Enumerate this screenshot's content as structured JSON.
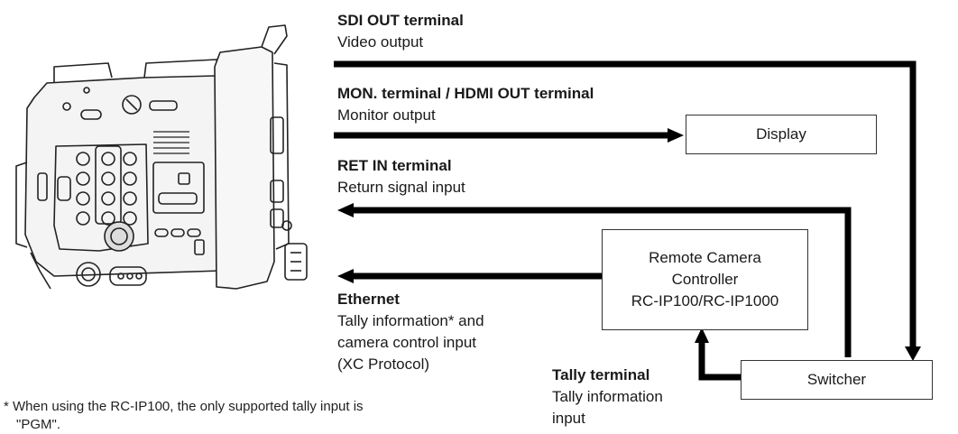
{
  "camera": {
    "icon": "camera-side-view-icon"
  },
  "labels": {
    "sdi": {
      "title": "SDI OUT terminal",
      "sub": "Video output"
    },
    "mon": {
      "title": "MON. terminal / HDMI OUT terminal",
      "sub": "Monitor output"
    },
    "ret": {
      "title": "RET IN terminal",
      "sub": "Return signal input"
    },
    "eth": {
      "title": "Ethernet",
      "sub1": "Tally information* and",
      "sub2": "camera control input",
      "sub3": "(XC Protocol)"
    },
    "tally": {
      "title": "Tally terminal",
      "sub1": "Tally information",
      "sub2": "input"
    }
  },
  "boxes": {
    "display": {
      "label": "Display"
    },
    "rcc": {
      "line1": "Remote Camera",
      "line2": "Controller",
      "line3": "RC-IP100/RC-IP1000"
    },
    "switcher": {
      "label": "Switcher"
    }
  },
  "footnote": {
    "line1": "* When using the RC-IP100, the only supported tally input is",
    "line2": "\"PGM\"."
  }
}
